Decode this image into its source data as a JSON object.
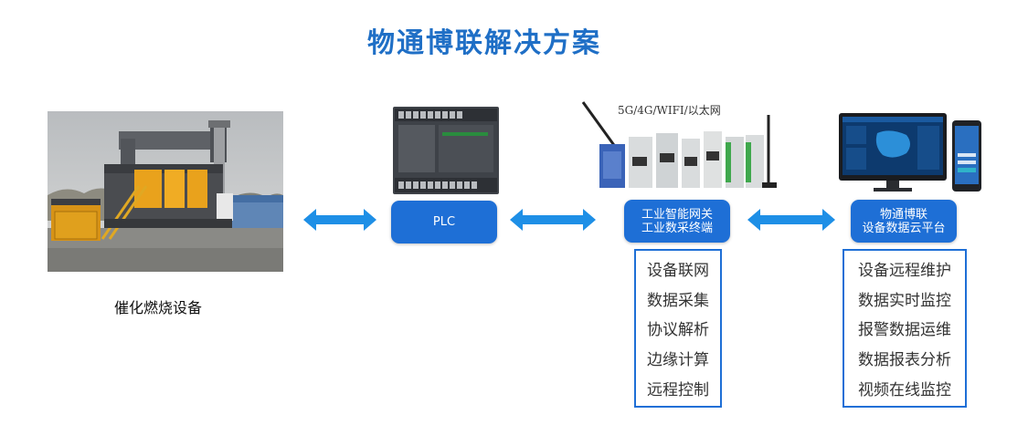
{
  "title": "物通博联解决方案",
  "device_caption": "催化燃烧设备",
  "plc_label": "PLC",
  "network_label": "5G/4G/WIFI/以太网",
  "gateway_label": [
    "工业智能网关",
    "工业数采终端"
  ],
  "cloud_label": [
    "物通博联",
    "设备数据云平台"
  ],
  "gateway_features": [
    "设备联网",
    "数据采集",
    "协议解析",
    "边缘计算",
    "远程控制"
  ],
  "cloud_features": [
    "设备远程维护",
    "数据实时监控",
    "报警数据运维",
    "数据报表分析",
    "视频在线监控"
  ],
  "colors": {
    "accent": "#1e6fd6",
    "title": "#1f6fc6"
  }
}
